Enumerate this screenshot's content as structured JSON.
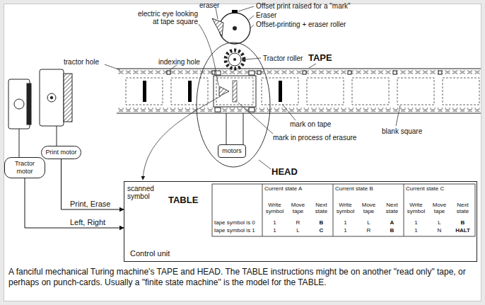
{
  "diagram": {
    "caption": "A fanciful mechanical Turing machine's TAPE and HEAD. The TABLE instructions might be on another \"read only\" tape, or perhaps on punch-cards. Usually a \"finite state machine\" is the model for the TABLE.",
    "nodes": [
      {
        "text": [
          "Tractor motor"
        ]
      },
      {
        "text": [
          "Print motor"
        ]
      },
      {
        "text": [
          "motors"
        ]
      },
      {
        "text": [
          "Control unit"
        ]
      }
    ],
    "edges": [
      {
        "from": 1,
        "to": 3,
        "label": "Print, Erase",
        "arrow": "to"
      },
      {
        "from": 0,
        "to": 3,
        "label": "Left, Right",
        "arrow": "to"
      }
    ],
    "labels": [
      "eraser",
      "electric eye looking at tape square",
      "Offset print raised for a \"mark\"",
      "Eraser",
      "Offset-printing + eraser roller",
      "Tractor roller",
      "tractor hole",
      "indexing hole",
      "TAPE",
      "mark on tape",
      "mark in process of erasure",
      "blank square",
      "HEAD",
      "scanned symbol",
      "TABLE",
      "Current state A",
      "Current state B",
      "Current state C",
      "Write symbol",
      "Move tape",
      "Next state",
      "Write symbol",
      "Move tape",
      "Next state",
      "Write symbol",
      "Move tape",
      "Next state",
      "tape symbol is 0",
      "1",
      "R",
      "B",
      "1",
      "L",
      "A",
      "1",
      "L",
      "B",
      "tape symbol is 1",
      "1",
      "L",
      "C",
      "1",
      "R",
      "B",
      "1",
      "N",
      "HALT"
    ]
  }
}
